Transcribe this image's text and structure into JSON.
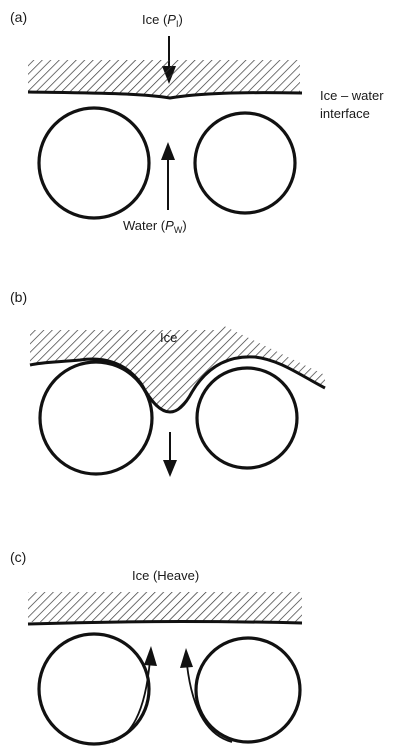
{
  "panel_a": {
    "label": "(a)",
    "ice_text": "Ice (",
    "ice_symbol": "P",
    "ice_subscript": "I",
    "ice_close": ")",
    "interface_line1": "Ice – water",
    "interface_line2": "interface",
    "water_text": "Water (",
    "water_symbol": "P",
    "water_subscript": "W",
    "water_close": ")"
  },
  "panel_b": {
    "label": "(b)",
    "ice_text": "Ice"
  },
  "panel_c": {
    "label": "(c)",
    "ice_text": "Ice (Heave)"
  }
}
